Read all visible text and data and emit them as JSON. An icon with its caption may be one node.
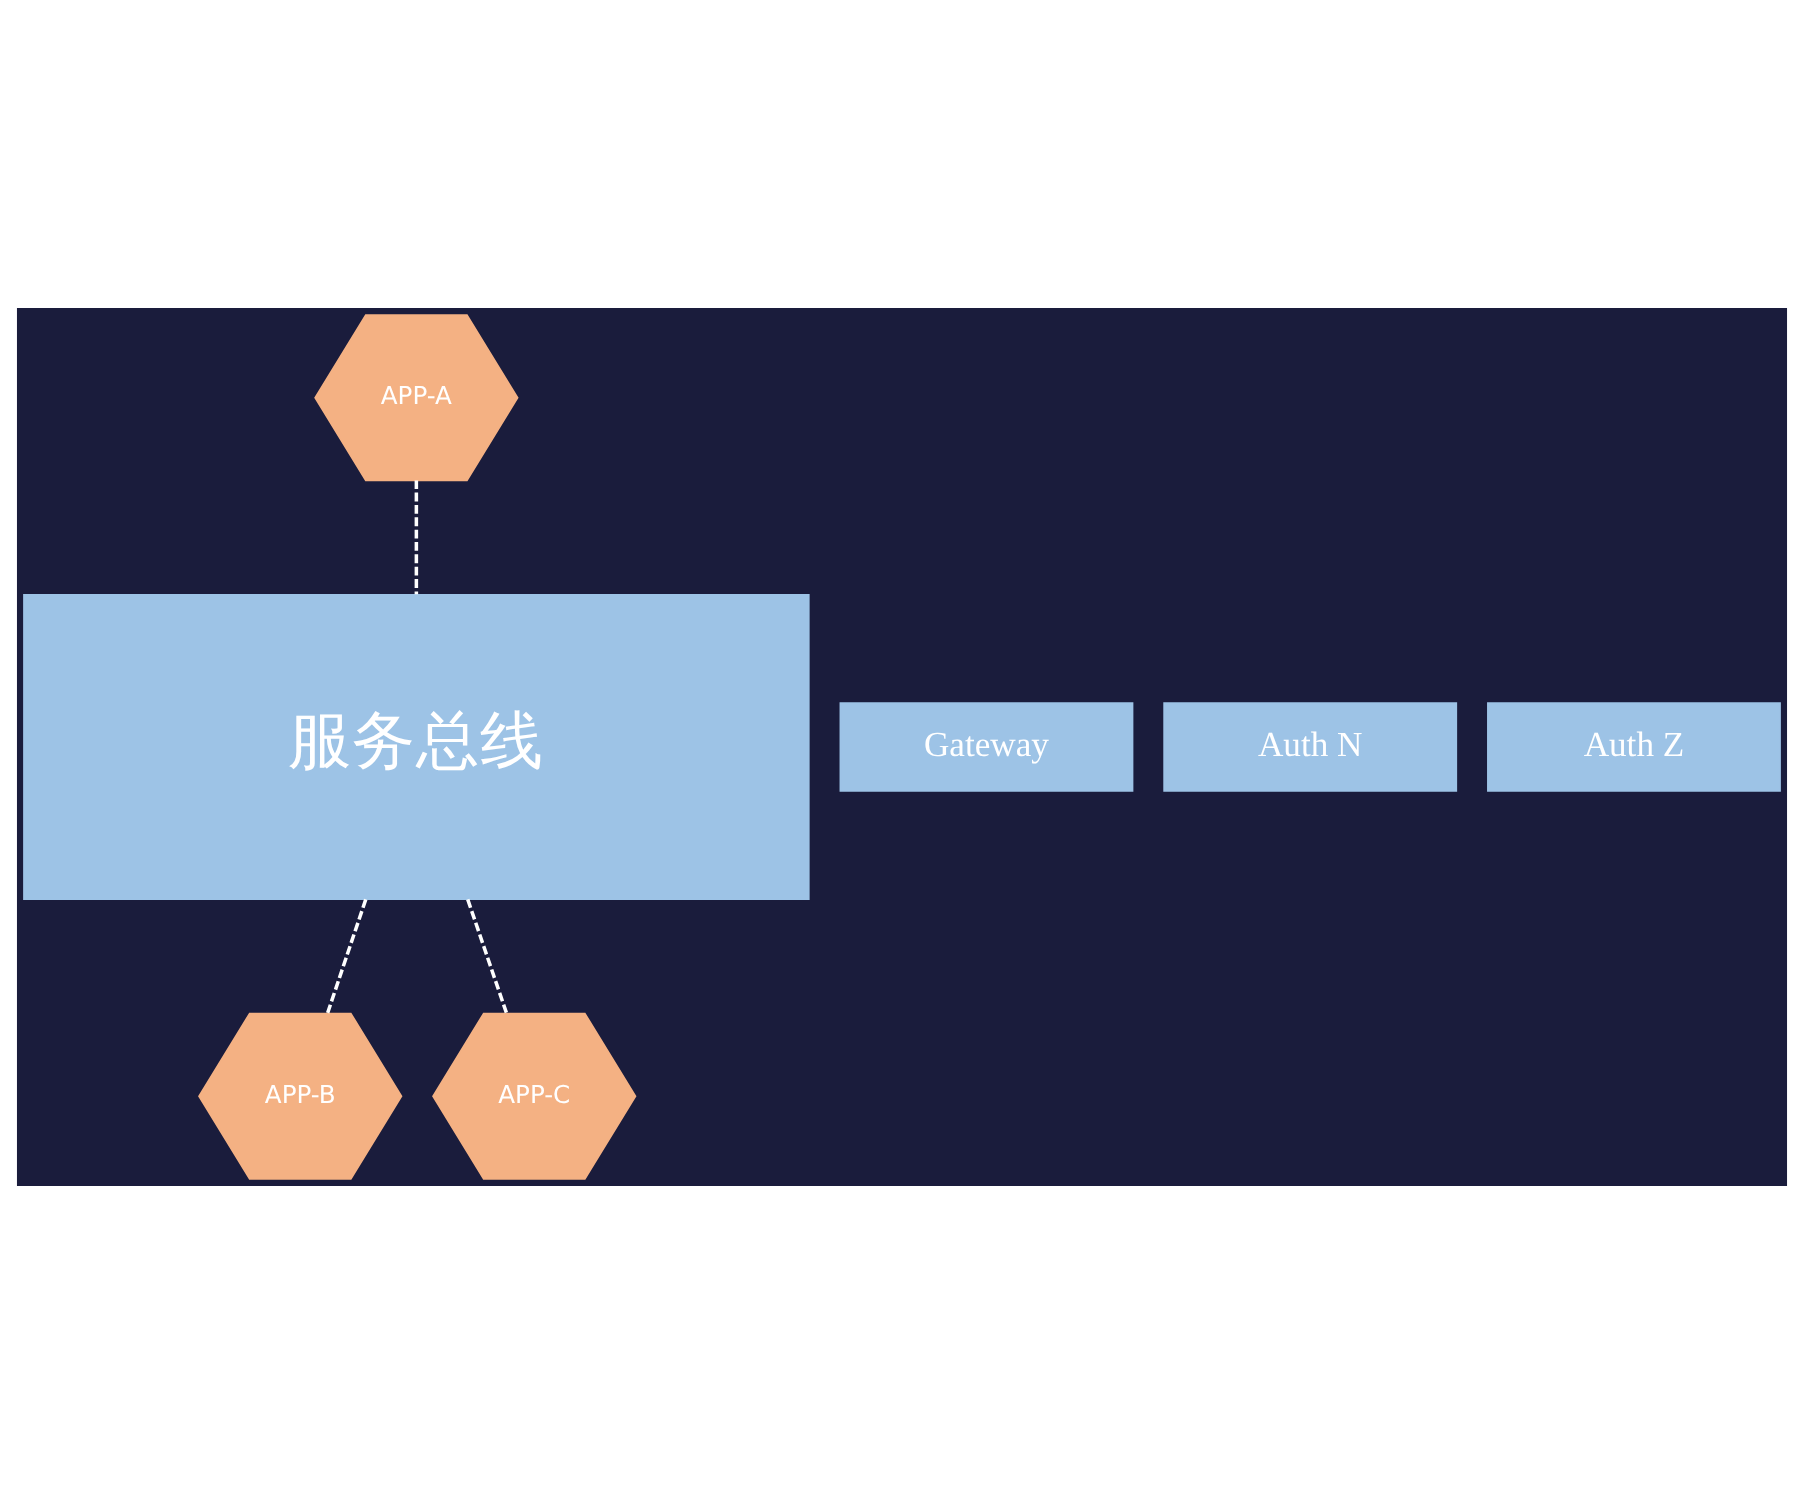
{
  "diagram": {
    "nodes": [
      {
        "text": [
          "APP-A"
        ]
      },
      {
        "text": [
          "服务总线"
        ]
      },
      {
        "text": [
          "Gateway"
        ]
      },
      {
        "text": [
          "Auth N"
        ]
      },
      {
        "text": [
          "Auth Z"
        ]
      },
      {
        "text": [
          "APP-B"
        ]
      },
      {
        "text": [
          "APP-C"
        ]
      }
    ],
    "edges": [
      {
        "from": 0,
        "to": 1,
        "arrow": "none",
        "style": "dashed"
      },
      {
        "from": 1,
        "to": 5,
        "arrow": "none",
        "style": "dashed"
      },
      {
        "from": 1,
        "to": 6,
        "arrow": "none",
        "style": "dashed"
      }
    ]
  }
}
